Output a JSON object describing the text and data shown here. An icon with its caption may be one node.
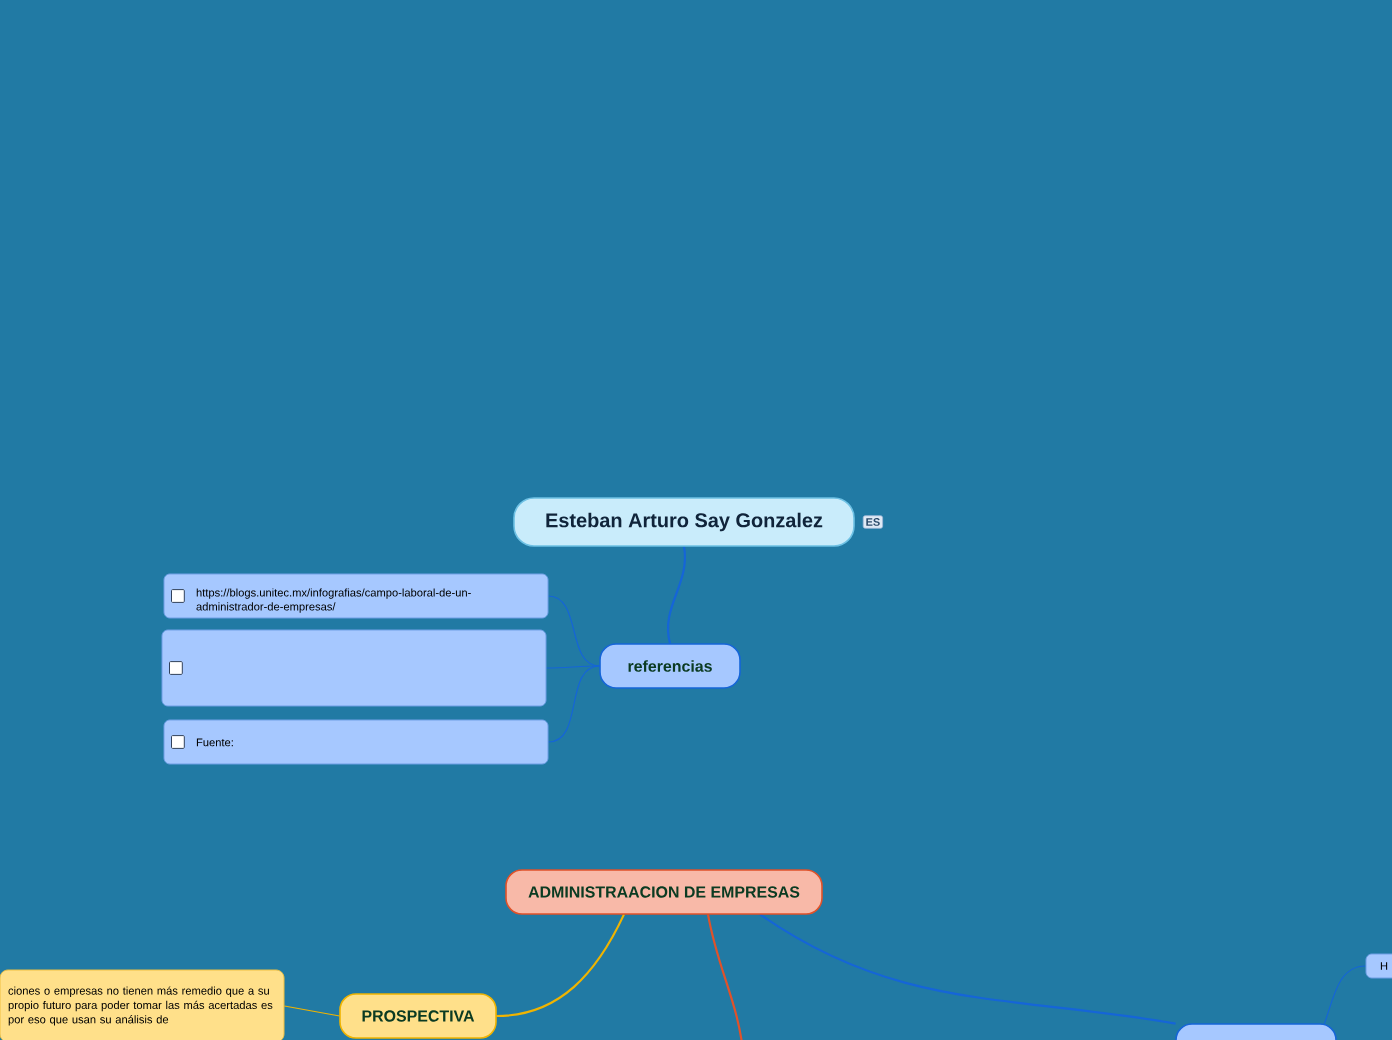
{
  "diagram": {
    "nodes": [
      {
        "text": [
          "Esteban Arturo Say Gonzalez"
        ],
        "beside": [
          "ES"
        ]
      },
      {
        "text": [
          "referencias"
        ]
      },
      {
        "text": [
          "https://blogs.unitec.mx/infografias/campo-laboral-de-un-administrador-de-empresas/"
        ]
      },
      {
        "text": [],
        "shape": "box"
      },
      {
        "text": [
          "Fuente:"
        ]
      },
      {
        "text": [
          "ADMINISTRAACION DE EMPRESAS"
        ]
      },
      {
        "text": [
          "PROSPECTIVA"
        ]
      },
      {
        "text": [
          "ciones o empresas no tienen más remedio que a su propio futuro para poder tomar las más acertadas es por eso que usan su análisis de"
        ]
      },
      {
        "text": [],
        "shape": "box"
      },
      {
        "text": [
          "H"
        ]
      }
    ],
    "edges": [
      {
        "from": 0,
        "to": 1,
        "arrow": "none"
      },
      {
        "from": 1,
        "to": 2,
        "arrow": "none"
      },
      {
        "from": 1,
        "to": 3,
        "arrow": "none"
      },
      {
        "from": 1,
        "to": 4,
        "arrow": "none"
      },
      {
        "from": 5,
        "to": 6,
        "arrow": "none",
        "color": "#f0b400"
      },
      {
        "from": 5,
        "to": null,
        "arrow": "none",
        "color": "#e0522a"
      },
      {
        "from": 5,
        "to": 8,
        "arrow": "none"
      },
      {
        "from": 6,
        "to": 7,
        "arrow": "none",
        "color": "#f0b400"
      },
      {
        "from": 8,
        "to": 9,
        "arrow": "none"
      }
    ]
  }
}
